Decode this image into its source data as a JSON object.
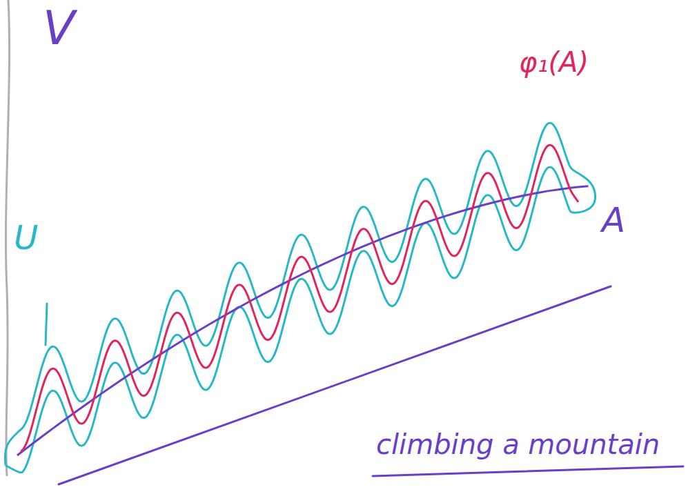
{
  "diagram": {
    "labels": [
      "V",
      "φ₁(A)",
      "U",
      "A",
      "climbing a mountain"
    ]
  }
}
